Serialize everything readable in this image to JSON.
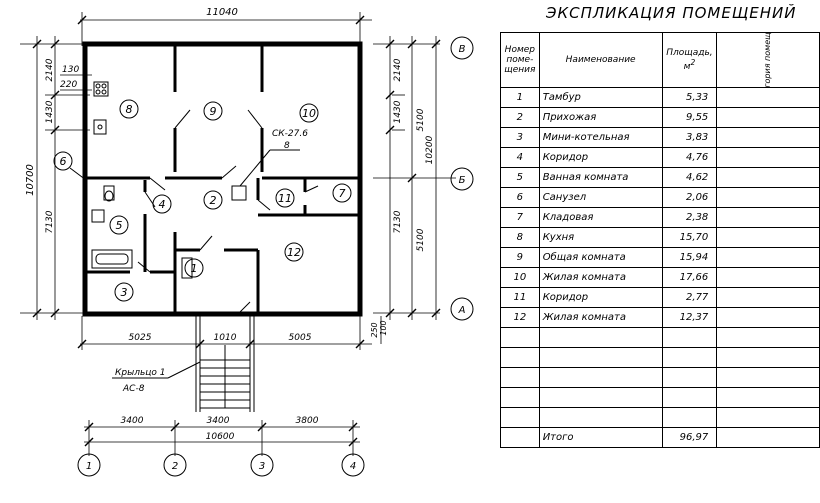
{
  "plan": {
    "dim_top_total": "11040",
    "dim_bottom_left": "5025",
    "dim_bottom_right": "5005",
    "dim_porch_width": "1010",
    "dim_porch_depth_1": "250",
    "dim_porch_depth_2": "100",
    "axis_dims": [
      "3400",
      "3400",
      "3800"
    ],
    "axis_total": "10600",
    "left_total": "10700",
    "left_segments": [
      "2140",
      "1430",
      "7130"
    ],
    "right_inner": [
      "2140",
      "1430"
    ],
    "right_mid": [
      "5100",
      "5100"
    ],
    "right_axis_total": "10200",
    "right_lower": "7130",
    "window_w": "130",
    "window_h": "220",
    "chimney_code": "СК-27.6",
    "chimney_sub": "8",
    "porch_label_1": "Крыльцо 1",
    "porch_label_2": "АС-8",
    "axes_horizontal": [
      "1",
      "2",
      "3",
      "4"
    ],
    "axes_vertical": [
      "В",
      "Б",
      "А"
    ],
    "rooms": [
      "1",
      "2",
      "3",
      "4",
      "5",
      "6",
      "7",
      "8",
      "9",
      "10",
      "11",
      "12"
    ]
  },
  "table": {
    "title": "ЭКСПЛИКАЦИЯ ПОМЕЩЕНИЙ",
    "headers": {
      "num": "Номер поме- щения",
      "name": "Наименование",
      "area": "Площадь, м",
      "area_sup": "2",
      "cat": "Категория помещения"
    },
    "rows": [
      {
        "num": "1",
        "name": "Тамбур",
        "area": "5,33"
      },
      {
        "num": "2",
        "name": "Прихожая",
        "area": "9,55"
      },
      {
        "num": "3",
        "name": "Мини-котельная",
        "area": "3,83"
      },
      {
        "num": "4",
        "name": "Коридор",
        "area": "4,76"
      },
      {
        "num": "5",
        "name": "Ванная комната",
        "area": "4,62"
      },
      {
        "num": "6",
        "name": "Санузел",
        "area": "2,06"
      },
      {
        "num": "7",
        "name": "Кладовая",
        "area": "2,38"
      },
      {
        "num": "8",
        "name": "Кухня",
        "area": "15,70"
      },
      {
        "num": "9",
        "name": "Общая комната",
        "area": "15,94"
      },
      {
        "num": "10",
        "name": "Жилая комната",
        "area": "17,66"
      },
      {
        "num": "11",
        "name": "Коридор",
        "area": "2,77"
      },
      {
        "num": "12",
        "name": "Жилая комната",
        "area": "12,37"
      }
    ],
    "empty_rows": 5,
    "total_label": "Итого",
    "total_value": "96,97"
  }
}
